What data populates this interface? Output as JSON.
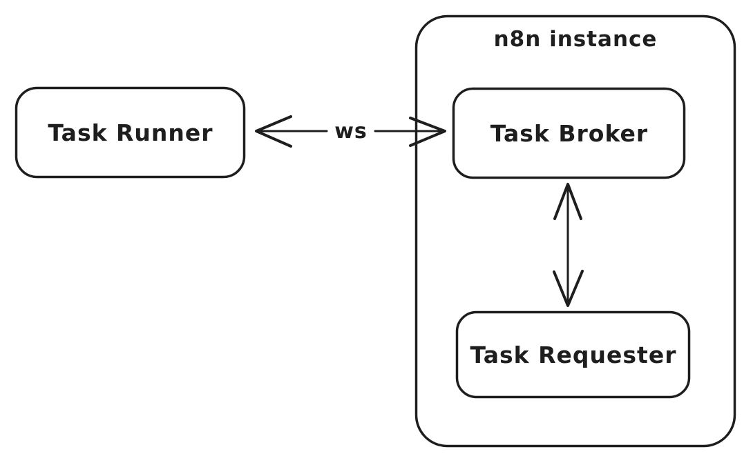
{
  "diagram": {
    "container": {
      "title": "n8n instance"
    },
    "nodes": {
      "task_runner": {
        "label": "Task Runner"
      },
      "task_broker": {
        "label": "Task Broker"
      },
      "task_requester": {
        "label": "Task Requester"
      }
    },
    "edges": {
      "runner_broker": {
        "label": "ws",
        "type": "bidirectional-arrow"
      },
      "broker_requester": {
        "label": "",
        "type": "bidirectional-arrow"
      }
    },
    "colors": {
      "stroke": "#1e1e1e",
      "background": "#ffffff"
    }
  }
}
